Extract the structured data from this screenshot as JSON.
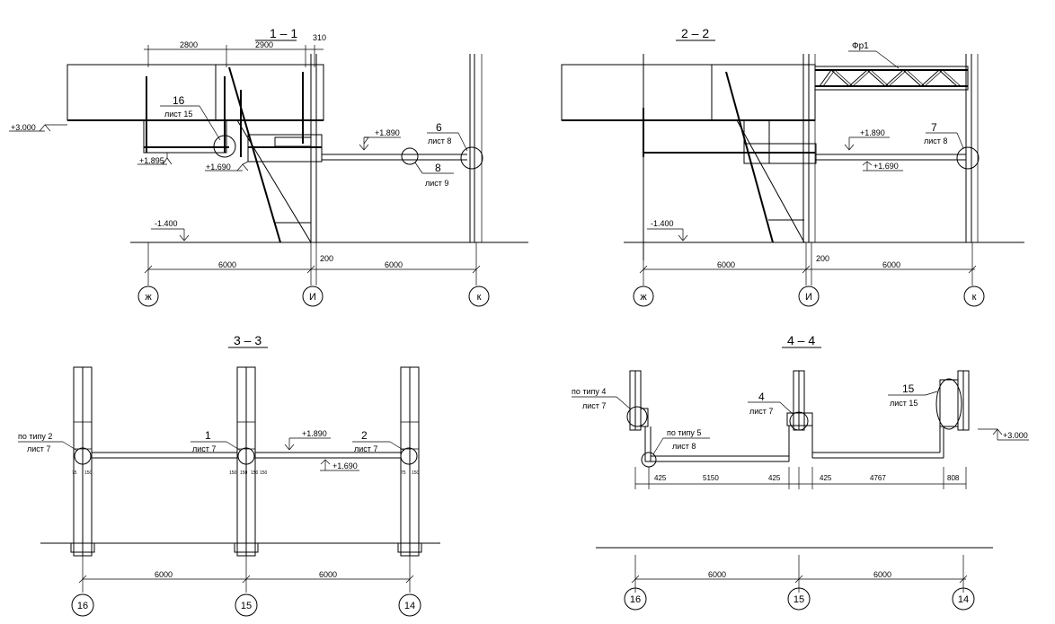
{
  "sections": {
    "s1": {
      "title": "1 – 1",
      "dims_top": [
        "2800",
        "2900",
        "310"
      ],
      "levels": [
        "+3.000",
        "+1.895",
        "+1.690",
        "+1.890",
        "-1.400"
      ],
      "callouts": [
        {
          "num": "16",
          "sheet": "лист 15"
        },
        {
          "num": "6",
          "sheet": "лист 8"
        },
        {
          "num": "8",
          "sheet": "лист 9"
        }
      ],
      "dims_bottom": [
        "6000",
        "200",
        "6000"
      ],
      "axes": [
        "ж",
        "И",
        "к"
      ]
    },
    "s2": {
      "title": "2 – 2",
      "truss_label": "Фр1",
      "levels": [
        "+1.890",
        "+1.690",
        "-1.400"
      ],
      "callouts": [
        {
          "num": "7",
          "sheet": "лист 8"
        }
      ],
      "dims_bottom": [
        "6000",
        "200",
        "6000"
      ],
      "axes": [
        "ж",
        "И",
        "к"
      ]
    },
    "s3": {
      "title": "3 – 3",
      "levels": [
        "+1.890",
        "+1.690"
      ],
      "callouts": [
        {
          "num": "по типу 2",
          "sheet": "лист 7"
        },
        {
          "num": "1",
          "sheet": "лист 7"
        },
        {
          "num": "2",
          "sheet": "лист 7"
        }
      ],
      "small_dims": [
        "75",
        "150",
        "150",
        "150",
        "150",
        "150",
        "75",
        "150"
      ],
      "dims_bottom": [
        "6000",
        "6000"
      ],
      "axes": [
        "16",
        "15",
        "14"
      ]
    },
    "s4": {
      "title": "4 – 4",
      "levels": [
        "+3.000"
      ],
      "callouts": [
        {
          "num": "по типу 4",
          "sheet": "лист 7"
        },
        {
          "num": "по типу 5",
          "sheet": "лист 8"
        },
        {
          "num": "4",
          "sheet": "лист 7"
        },
        {
          "num": "15",
          "sheet": "лист 15"
        }
      ],
      "dims_mid": [
        "425",
        "5150",
        "425",
        "425",
        "4767",
        "808"
      ],
      "dims_bottom": [
        "6000",
        "6000"
      ],
      "axes": [
        "16",
        "15",
        "14"
      ]
    }
  }
}
